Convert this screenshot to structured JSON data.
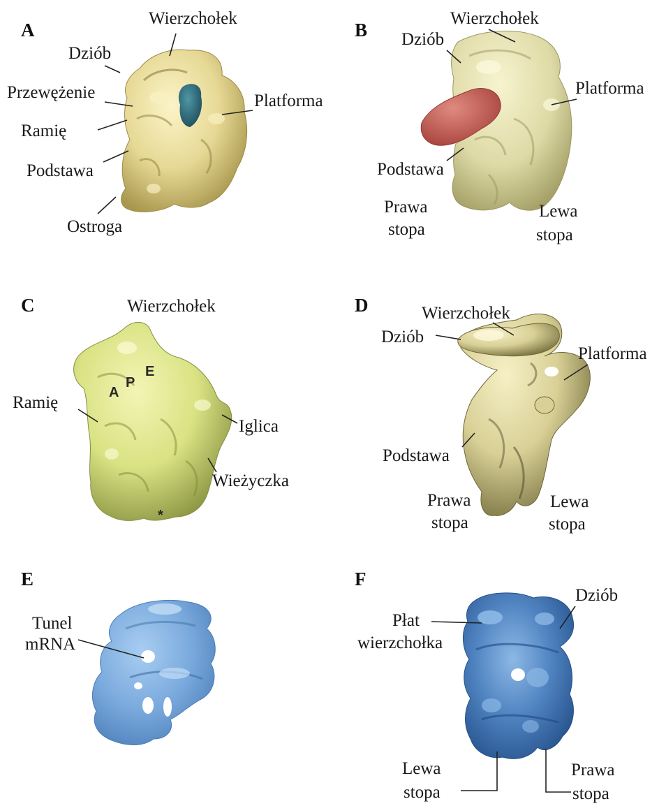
{
  "colors": {
    "yellow_light": "#f1e7a8",
    "yellow_mid": "#d9c97e",
    "yellow_dark": "#8c7d3e",
    "green_yellow": "#dde58a",
    "green_yellow_dark": "#7f8a3a",
    "teal": "#2e6d7c",
    "red": "#c55a54",
    "blue_light": "#7eaee0",
    "blue_mid": "#5b8fc8",
    "blue_dark": "#3d6fa8"
  },
  "panels": {
    "A": {
      "letter": "A",
      "labels": {
        "wierzcholek": "Wierzchołek",
        "dziob": "Dziób",
        "przewezenie": "Przewężenie",
        "platforma": "Platforma",
        "ramie": "Ramię",
        "podstawa": "Podstawa",
        "ostroga": "Ostroga"
      }
    },
    "B": {
      "letter": "B",
      "labels": {
        "wierzcholek": "Wierzchołek",
        "dziob": "Dziób",
        "platforma": "Platforma",
        "podstawa": "Podstawa",
        "prawa_1": "Prawa",
        "prawa_2": "stopa",
        "lewa_1": "Lewa",
        "lewa_2": "stopa"
      }
    },
    "C": {
      "letter": "C",
      "labels": {
        "wierzcholek": "Wierzchołek",
        "ramie": "Ramię",
        "iglica": "Iglica",
        "wiezyczka": "Wieżyczka",
        "site_a": "A",
        "site_p": "P",
        "site_e": "E",
        "star": "*"
      }
    },
    "D": {
      "letter": "D",
      "labels": {
        "wierzcholek": "Wierzchołek",
        "dziob": "Dziób",
        "platforma": "Platforma",
        "podstawa": "Podstawa",
        "prawa_1": "Prawa",
        "prawa_2": "stopa",
        "lewa_1": "Lewa",
        "lewa_2": "stopa"
      }
    },
    "E": {
      "letter": "E",
      "labels": {
        "tunel_1": "Tunel",
        "tunel_2": "mRNA"
      }
    },
    "F": {
      "letter": "F",
      "labels": {
        "plat_1": "Płat",
        "plat_2": "wierzchołka",
        "dziob": "Dziób",
        "lewa_1": "Lewa",
        "lewa_2": "stopa",
        "prawa_1": "Prawa",
        "prawa_2": "stopa"
      }
    }
  }
}
